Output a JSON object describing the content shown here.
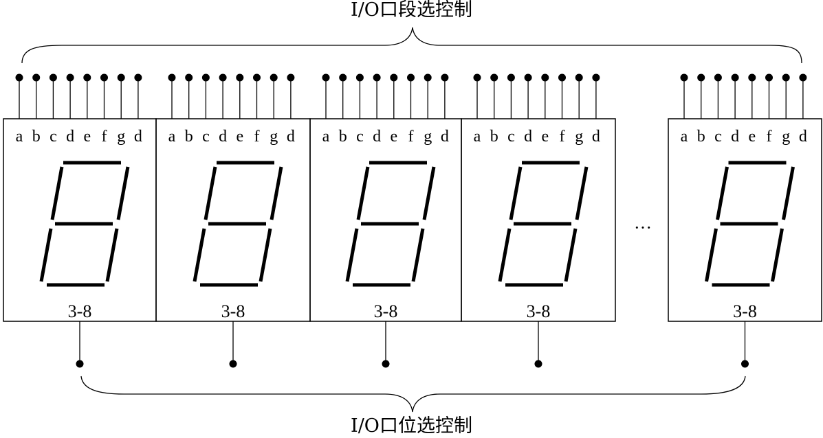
{
  "diagram": {
    "top_label": "I/O口段选控制",
    "bottom_label": "I/O口位选控制",
    "ellipsis": "···",
    "segment_pins": [
      "a",
      "b",
      "c",
      "d",
      "e",
      "f",
      "g",
      "d"
    ],
    "displays": [
      {
        "decoder_label": "3-8"
      },
      {
        "decoder_label": "3-8"
      },
      {
        "decoder_label": "3-8"
      },
      {
        "decoder_label": "3-8"
      },
      {
        "decoder_label": "3-8"
      }
    ],
    "colors": {
      "line": "#000000",
      "segment": "#000000",
      "background": "#ffffff"
    }
  }
}
